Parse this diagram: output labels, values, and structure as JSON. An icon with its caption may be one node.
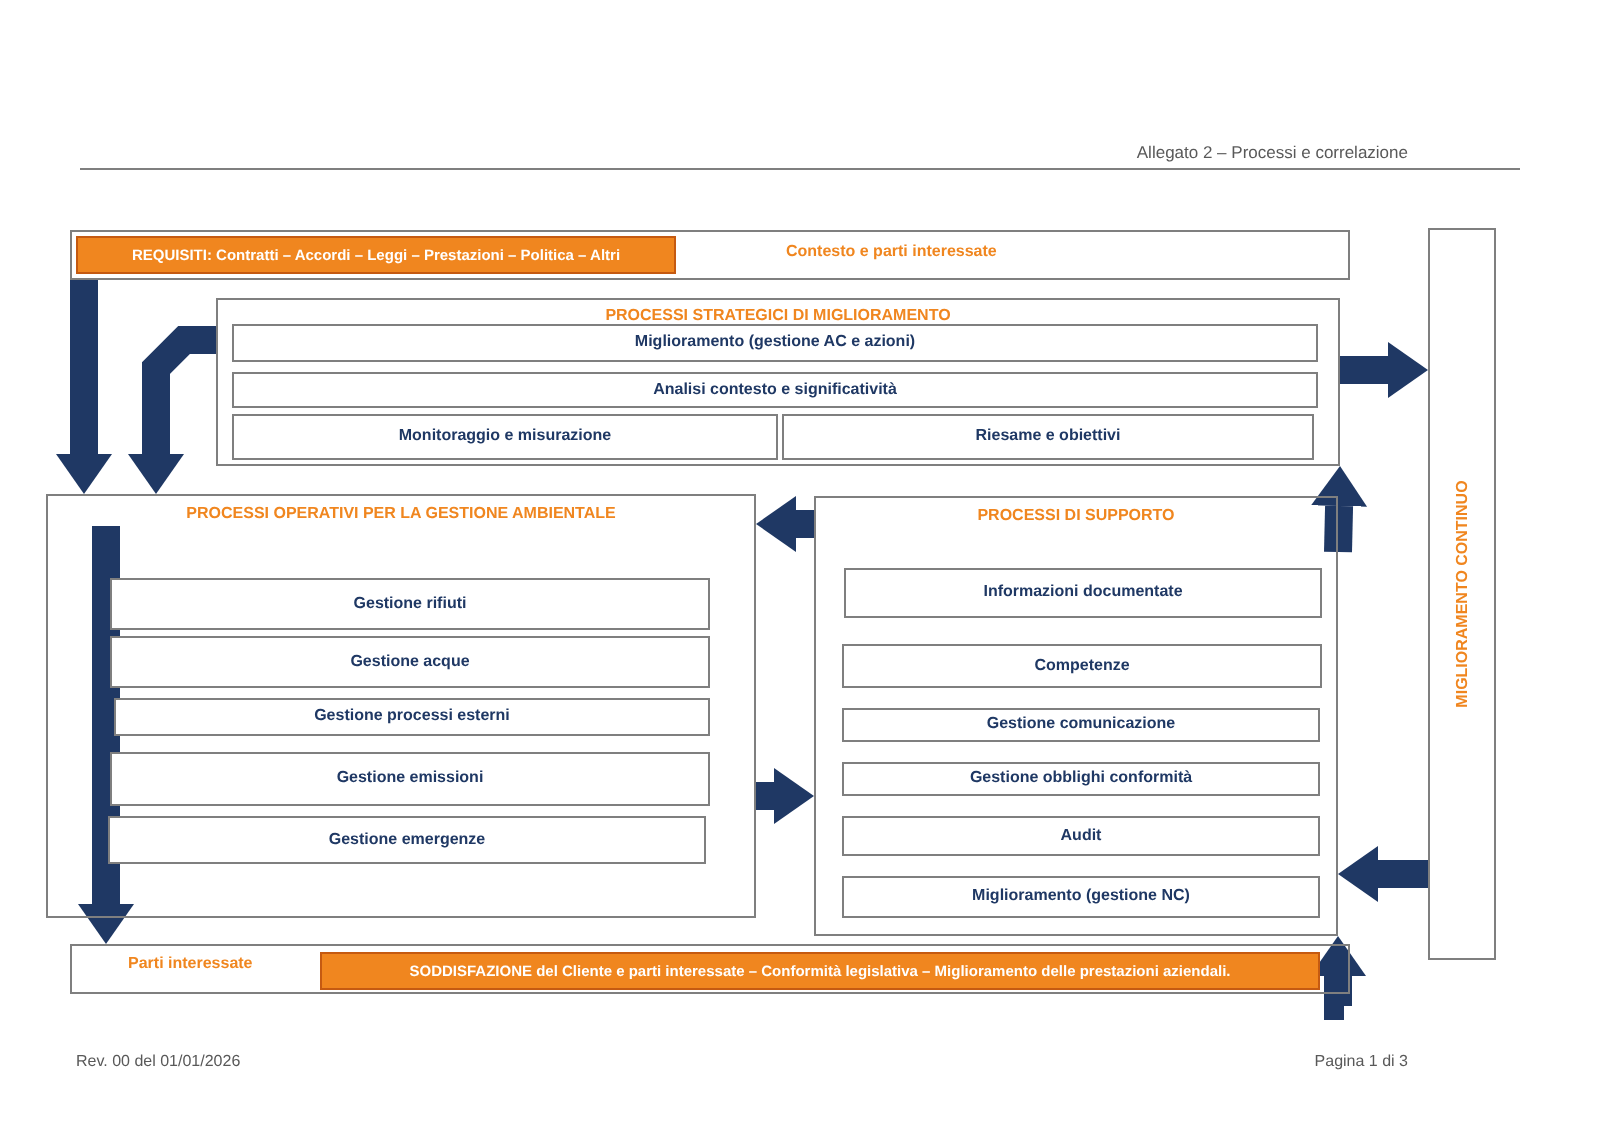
{
  "diagram": {
    "title": "Allegato 2 – Processi e correlazione",
    "nodes": [
      {
        "text": [
          "Contesto e parti interessate"
        ]
      },
      {
        "text": [
          "REQUISITI: Contratti – Accordi – Leggi – Prestazioni – Politica – Altri"
        ],
        "in": 0
      },
      {
        "text": [
          "PROCESSI STRATEGICI DI MIGLIORAMENTO"
        ]
      },
      {
        "text": [
          "Miglioramento (gestione AC e azioni)"
        ],
        "in": 2
      },
      {
        "text": [
          "Analisi contesto e significatività"
        ],
        "in": 2
      },
      {
        "text": [
          "Monitoraggio e misurazione"
        ],
        "in": 2
      },
      {
        "text": [
          "Riesame e obiettivi"
        ],
        "in": 2
      },
      {
        "text": [
          "PROCESSI OPERATIVI PER LA GESTIONE AMBIENTALE"
        ]
      },
      {
        "text": [
          "Gestione rifiuti"
        ],
        "in": 7
      },
      {
        "text": [
          "Gestione acque"
        ],
        "in": 7
      },
      {
        "text": [
          "Gestione processi esterni"
        ],
        "in": 7
      },
      {
        "text": [
          "Gestione emissioni"
        ],
        "in": 7
      },
      {
        "text": [
          "Gestione emergenze"
        ],
        "in": 7
      },
      {
        "text": [
          "PROCESSI DI SUPPORTO"
        ]
      },
      {
        "text": [
          "Informazioni documentate"
        ],
        "in": 13
      },
      {
        "text": [
          "Competenze"
        ],
        "in": 13
      },
      {
        "text": [
          "Gestione comunicazione"
        ],
        "in": 13
      },
      {
        "text": [
          "Gestione obblighi conformità"
        ],
        "in": 13
      },
      {
        "text": [
          "Audit"
        ],
        "in": 13
      },
      {
        "text": [
          "Miglioramento (gestione NC)"
        ],
        "in": 13
      },
      {
        "text": [
          "MIGLIORAMENTO CONTINUO"
        ]
      },
      {
        "text": [
          "Parti interessate"
        ]
      },
      {
        "text": [
          "SODDISFAZIONE del Cliente e parti interessate – Conformità legislativa – Miglioramento delle prestazioni aziendali."
        ],
        "in": 21
      }
    ],
    "edges": [
      {
        "from": 0,
        "to": 7,
        "arrow": "to"
      },
      {
        "from": 2,
        "to": 7,
        "arrow": "to"
      },
      {
        "from": 2,
        "to": 20,
        "arrow": "to"
      },
      {
        "from": 13,
        "to": 2,
        "arrow": "to"
      },
      {
        "from": 13,
        "to": 7,
        "arrow": "to"
      },
      {
        "from": 7,
        "to": 13,
        "arrow": "to"
      },
      {
        "from": 20,
        "to": 13,
        "arrow": "to"
      },
      {
        "from": 21,
        "to": 13,
        "arrow": "to"
      },
      {
        "from": null,
        "to": 21,
        "arrow": "to"
      }
    ],
    "labels": [
      "Rev. 00 del 01/01/2026",
      "Pagina 1 di 3"
    ]
  }
}
